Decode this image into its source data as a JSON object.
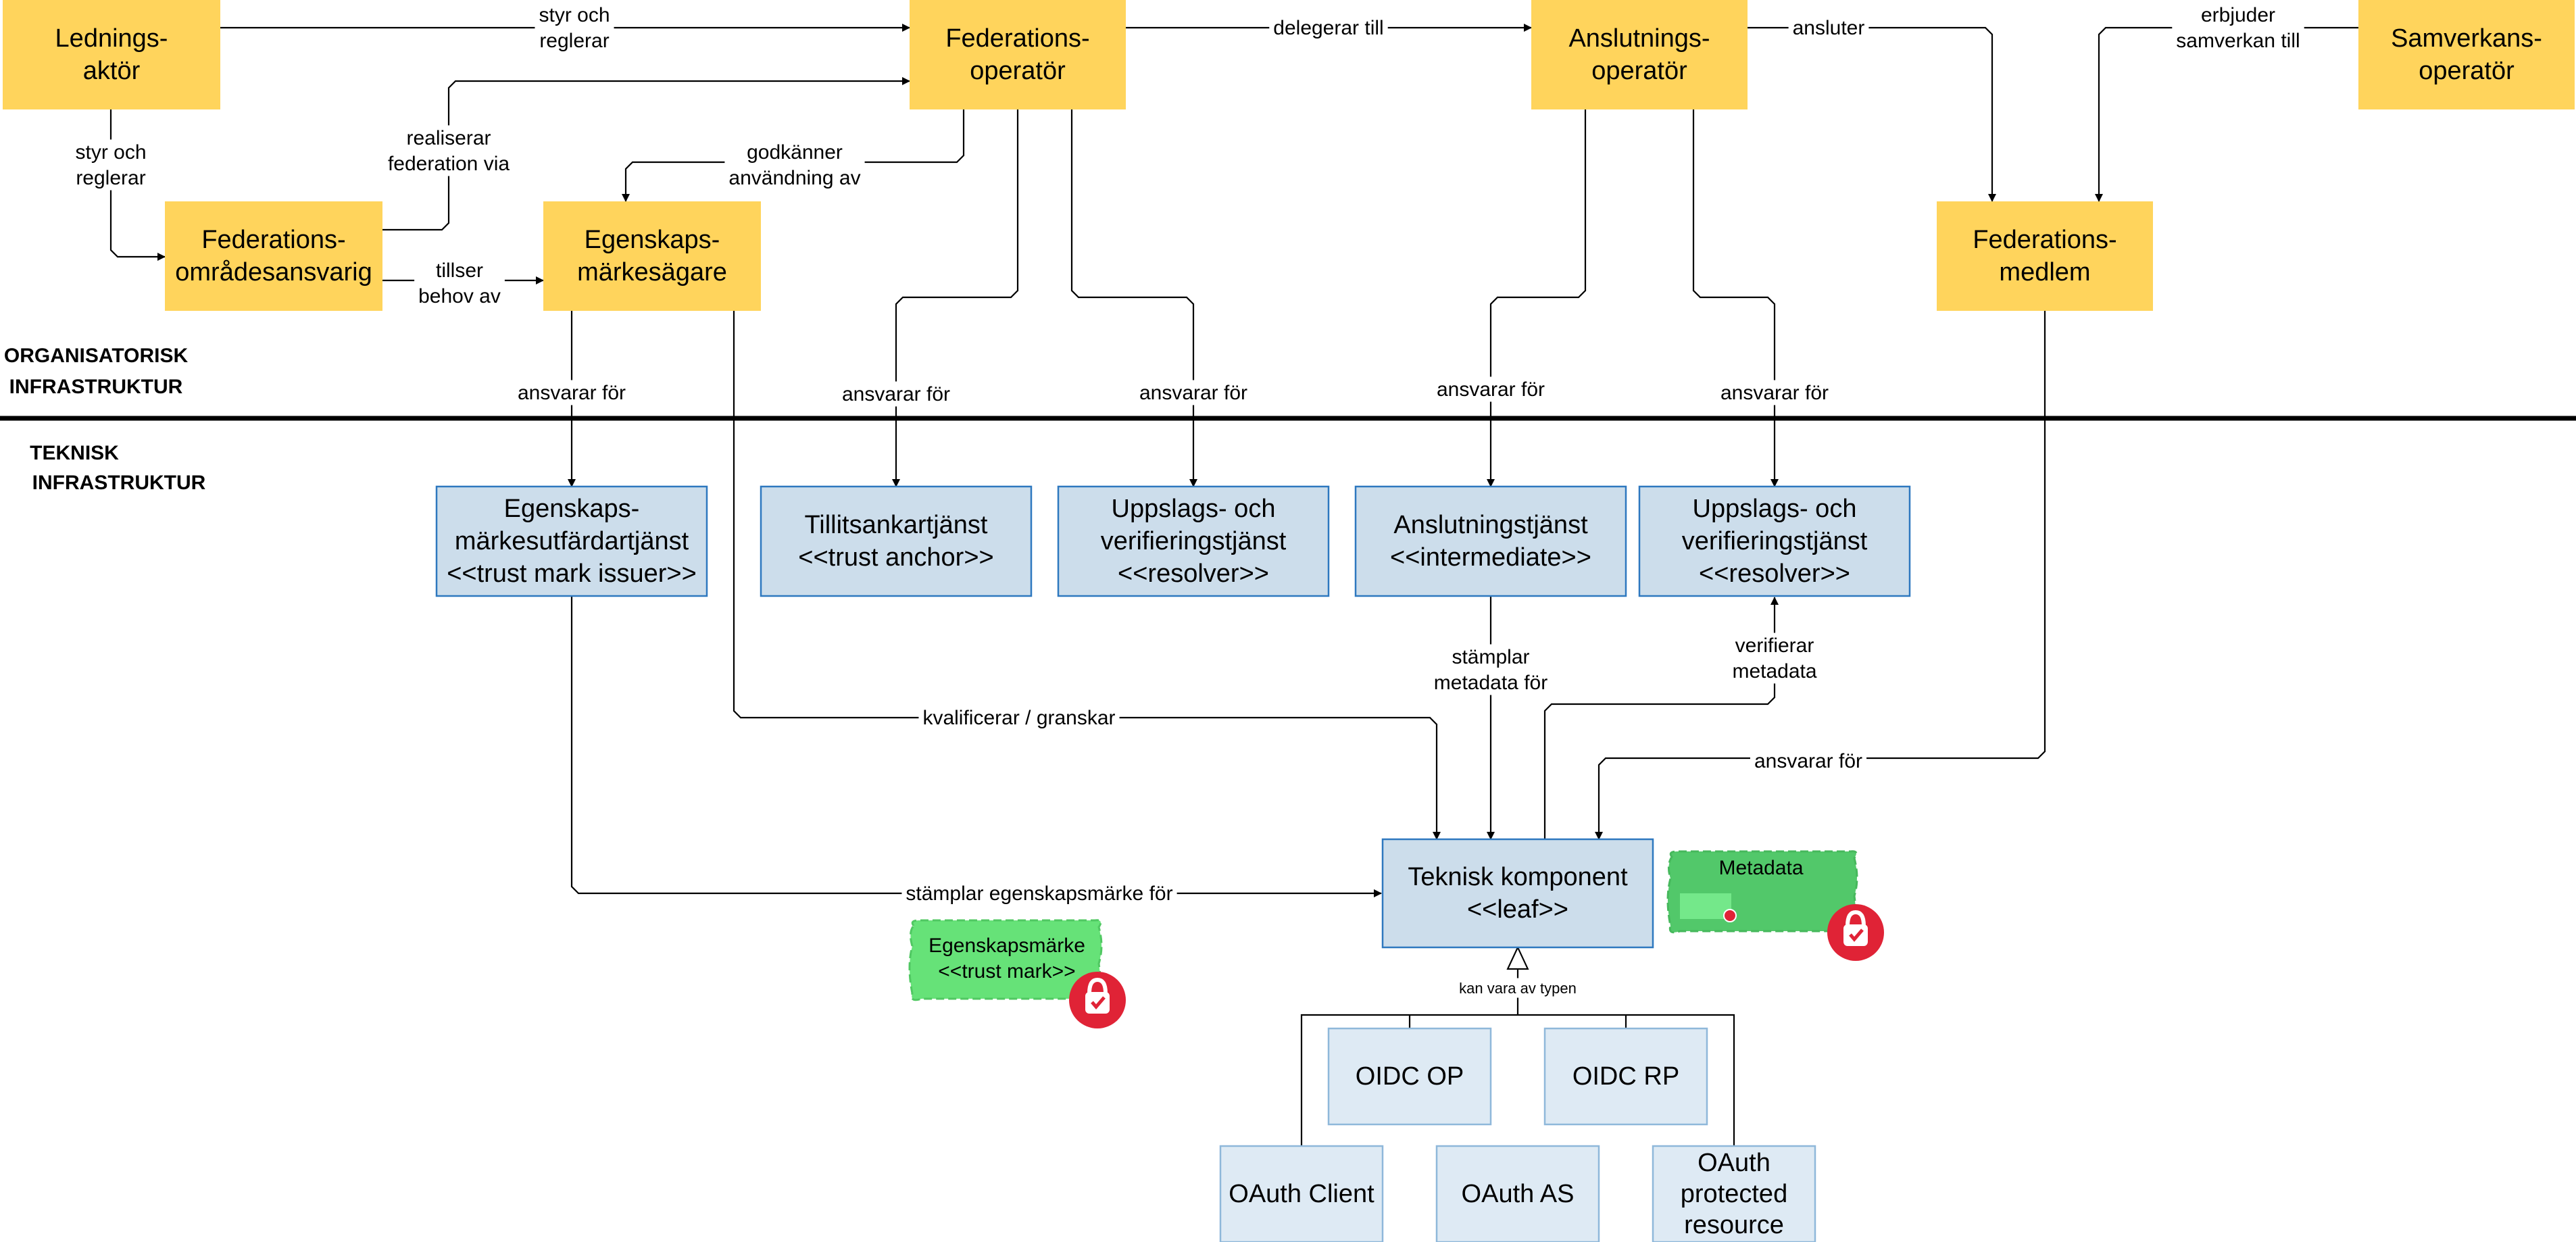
{
  "sections": {
    "org_line1": "ORGANISATORISK",
    "org_line2": "INFRASTRUKTUR",
    "tech_line1": "TEKNISK",
    "tech_line2": "INFRASTRUKTUR"
  },
  "actors": {
    "ledningsaktor": [
      "Lednings-",
      "aktör"
    ],
    "federationsoperator": [
      "Federations-",
      "operatör"
    ],
    "anslutningsoperator": [
      "Anslutnings-",
      "operatör"
    ],
    "samverkansoperator": [
      "Samverkans-",
      "operatör"
    ],
    "federationsomradesansvarig": [
      "Federations-",
      "områdesansvarig"
    ],
    "egenskapsmarkesagare": [
      "Egenskaps-",
      "märkesägare"
    ],
    "federationsmedlem": [
      "Federations-",
      "medlem"
    ]
  },
  "services": {
    "trust_mark_issuer": [
      "Egenskaps-",
      "märkesutfärdartjänst",
      "<<trust mark issuer>>"
    ],
    "trust_anchor": [
      "Tillitsankartjänst",
      "<<trust anchor>>"
    ],
    "resolver_1": [
      "Uppslags- och",
      "verifieringstjänst",
      "<<resolver>>"
    ],
    "intermediate": [
      "Anslutningstjänst",
      "<<intermediate>>"
    ],
    "resolver_2": [
      "Uppslags- och",
      "verifieringstjänst",
      "<<resolver>>"
    ],
    "leaf": [
      "Teknisk komponent",
      "<<leaf>>"
    ]
  },
  "leaf_types": {
    "oidc_op": [
      "OIDC OP"
    ],
    "oidc_rp": [
      "OIDC RP"
    ],
    "oauth_client": [
      "OAuth Client"
    ],
    "oauth_as": [
      "OAuth AS"
    ],
    "oauth_protected": [
      "OAuth",
      "protected",
      "resource"
    ]
  },
  "artifacts": {
    "trust_mark": [
      "Egenskapsmärke",
      "<<trust mark>>"
    ],
    "metadata": [
      "Metadata"
    ]
  },
  "edges": {
    "styr_reglerar_top": [
      "styr och",
      "reglerar"
    ],
    "delegerar": [
      "delegerar till"
    ],
    "ansluter": [
      "ansluter"
    ],
    "erbjuder": [
      "erbjuder",
      "samverkan till"
    ],
    "styr_reglerar_left": [
      "styr och",
      "reglerar"
    ],
    "realiserar": [
      "realiserar",
      "federation via"
    ],
    "godkanner": [
      "godkänner",
      "användning av"
    ],
    "tillser": [
      "tillser",
      "behov av"
    ],
    "ansvarar_1": [
      "ansvarar för"
    ],
    "ansvarar_2": [
      "ansvarar för"
    ],
    "ansvarar_3": [
      "ansvarar för"
    ],
    "ansvarar_4": [
      "ansvarar för"
    ],
    "ansvarar_5": [
      "ansvarar för"
    ],
    "stamplar_metadata": [
      "stämplar",
      "metadata för"
    ],
    "verifierar": [
      "verifierar",
      "metadata"
    ],
    "kvalificerar": [
      "kvalificerar / granskar"
    ],
    "ansvarar_medlem": [
      "ansvarar för"
    ],
    "stamplar_egenskap": [
      "stämplar egenskapsmärke för"
    ],
    "kan_vara": [
      "kan vara av typen"
    ]
  },
  "colors": {
    "actor_fill": "#FFD45C",
    "service_fill": "#CCDDEB",
    "service_stroke": "#2E78BF",
    "leaf_type_fill": "#DEEAF4",
    "leaf_type_stroke": "#8FB8DA",
    "trust_mark_fill": "#66E278",
    "metadata_fill": "#52C86A",
    "seal_red": "#E02336",
    "line": "#000000"
  },
  "icons": {
    "seal": "seal-check-icon"
  }
}
